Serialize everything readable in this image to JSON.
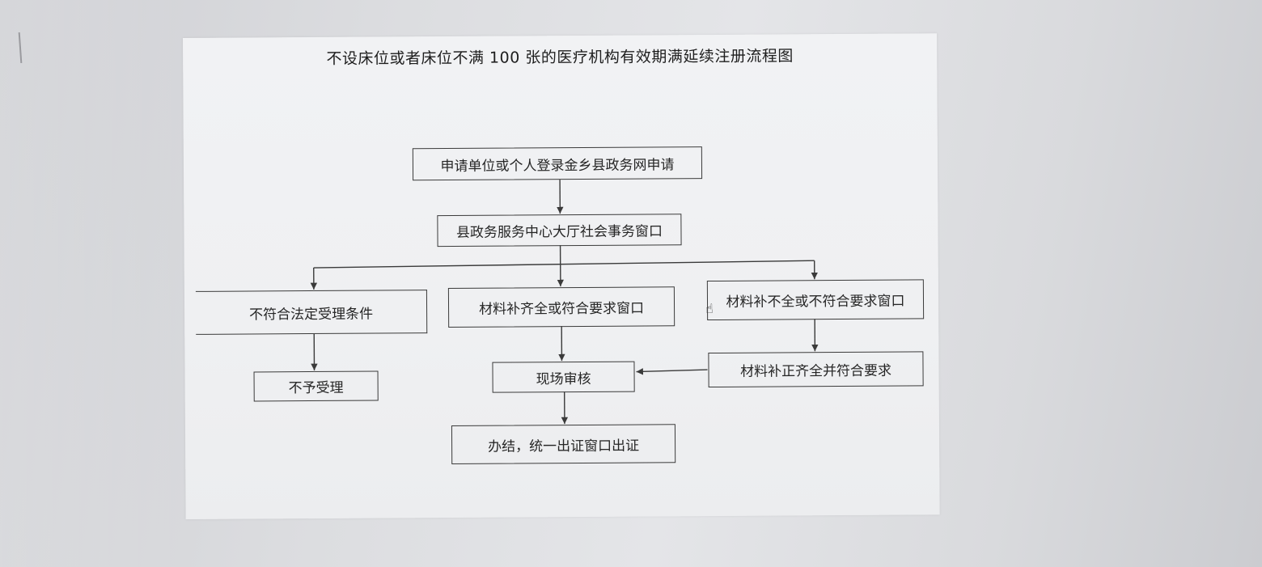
{
  "diagram": {
    "title": "不设床位或者床位不满 100 张的医疗机构有效期满延续注册流程图",
    "nodes": {
      "apply": "申请单位或个人登录金乡县政务网申请",
      "window": "县政务服务中心大厅社会事务窗口",
      "not_qualified": "不符合法定受理条件",
      "complete": "材料补齐全或符合要求窗口",
      "incomplete": "材料补不全或不符合要求窗口",
      "reject": "不予受理",
      "inspect": "现场审核",
      "supplement": "材料补正齐全并符合要求",
      "finish": "办结，统一出证窗口出证"
    },
    "edges": [
      [
        "apply",
        "window"
      ],
      [
        "window",
        "not_qualified"
      ],
      [
        "window",
        "complete"
      ],
      [
        "window",
        "incomplete"
      ],
      [
        "not_qualified",
        "reject"
      ],
      [
        "complete",
        "inspect"
      ],
      [
        "incomplete",
        "supplement"
      ],
      [
        "supplement",
        "inspect"
      ],
      [
        "inspect",
        "finish"
      ]
    ]
  },
  "colors": {
    "line": "#3a3a3a",
    "paper": "#f0f1f3",
    "background": "#d9dadd"
  }
}
